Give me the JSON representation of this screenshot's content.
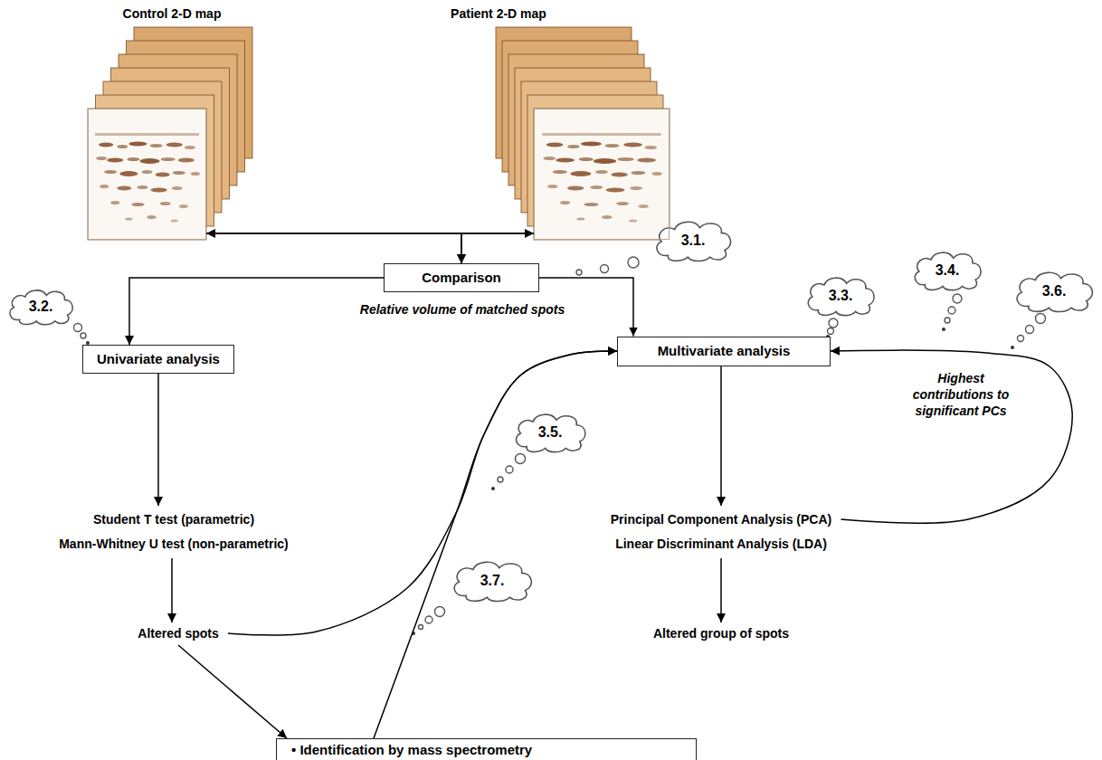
{
  "diagram": {
    "nodes": [
      {
        "text": [
          "Control 2-D map"
        ]
      },
      {
        "text": [
          "Patient 2-D map"
        ]
      },
      {
        "text": [
          "Comparison"
        ]
      },
      {
        "text": [
          "Univariate analysis"
        ]
      },
      {
        "text": [
          "Multivariate analysis"
        ]
      },
      {
        "text": [
          "Student T test (parametric)",
          "Mann-Whitney U test (non-parametric)"
        ]
      },
      {
        "text": [
          "Principal Component Analysis (PCA)",
          "Linear Discriminant Analysis (LDA)"
        ]
      },
      {
        "text": [
          "Altered spots"
        ]
      },
      {
        "text": [
          "Altered group of spots"
        ]
      },
      {
        "text": [
          "• Identification by mass spectrometry"
        ]
      }
    ],
    "edges": [
      {
        "from": 0,
        "to": 1,
        "arrow": "both"
      },
      {
        "from": 0,
        "to": 2,
        "arrow": "to"
      },
      {
        "from": 1,
        "to": 2,
        "arrow": "to"
      },
      {
        "from": 2,
        "to": 3,
        "arrow": "to"
      },
      {
        "from": 2,
        "to": 4,
        "arrow": "to"
      },
      {
        "from": 3,
        "to": 5,
        "arrow": "to"
      },
      {
        "from": 4,
        "to": 6,
        "arrow": "to"
      },
      {
        "from": 5,
        "to": 7,
        "arrow": "to"
      },
      {
        "from": 6,
        "to": 8,
        "arrow": "to"
      },
      {
        "from": 7,
        "to": 9,
        "arrow": "to"
      },
      {
        "from": 7,
        "to": 4,
        "arrow": "to"
      },
      {
        "from": 9,
        "to": 4,
        "arrow": "to"
      },
      {
        "from": 6,
        "to": 4,
        "arrow": "to",
        "label": "Highest contributions to significant PCs"
      }
    ],
    "labels": [
      "Relative volume of matched spots",
      "3.1.",
      "3.2.",
      "3.3.",
      "3.4.",
      "3.5.",
      "3.6.",
      "3.7."
    ]
  }
}
